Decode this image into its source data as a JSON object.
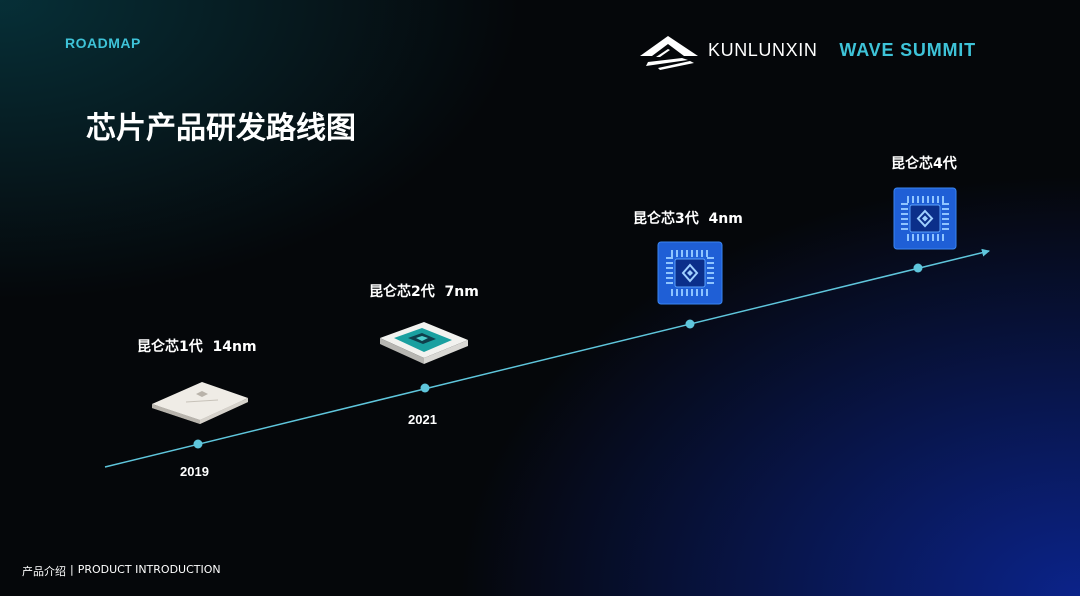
{
  "header": {
    "section_tag": "ROADMAP",
    "brand_name": "KUNLUNXIN",
    "event_name": "WAVE SUMMIT"
  },
  "title": "芯片产品研发路线图",
  "colors": {
    "accent": "#3ec3d8",
    "timeline": "#5fc6dc",
    "chip_blue": "#1f5fd6"
  },
  "milestones": [
    {
      "name": "昆仑芯1代  14nm",
      "year": "2019",
      "icon": "chip-gen1-silver"
    },
    {
      "name": "昆仑芯2代  7nm",
      "year": "2021",
      "icon": "chip-gen2-teal"
    },
    {
      "name": "昆仑芯3代  4nm",
      "year": "",
      "icon": "chip-gen3-blue"
    },
    {
      "name": "昆仑芯4代",
      "year": "",
      "icon": "chip-gen4-blue"
    }
  ],
  "footer": {
    "section_cn": "产品介绍",
    "separator": "|",
    "section_en": "PRODUCT INTRODUCTION"
  }
}
